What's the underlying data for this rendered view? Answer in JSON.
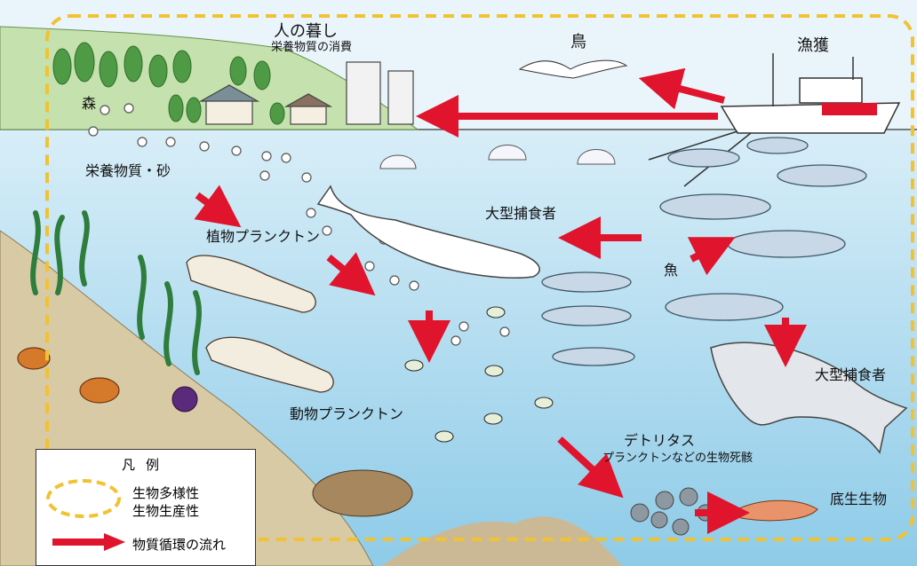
{
  "labels": {
    "human_life": "人の暮し",
    "nutrient_consumption": "栄養物質の消費",
    "bird": "鳥",
    "fishing": "漁獲",
    "forest": "森",
    "nutrients_sand": "栄養物質・砂",
    "phytoplankton": "植物プランクトン",
    "large_predator_top": "大型捕食者",
    "fish": "魚",
    "zooplankton": "動物プランクトン",
    "large_predator_bottom": "大型捕食者",
    "detritus": "デトリタス",
    "detritus_note": "プランクトンなどの生物死骸",
    "benthos": "底生生物"
  },
  "legend": {
    "title": "凡例",
    "biodiversity_line1": "生物多様性",
    "biodiversity_line2": "生物生産性",
    "material_cycle": "物質循環の流れ"
  },
  "colors": {
    "arrow": "#e0142c",
    "boundary": "#f1c232",
    "sea": "#c9e6f4",
    "sea_deep": "#7fc1e3",
    "sky": "#e8f4fb",
    "land": "#b9d8a3"
  }
}
